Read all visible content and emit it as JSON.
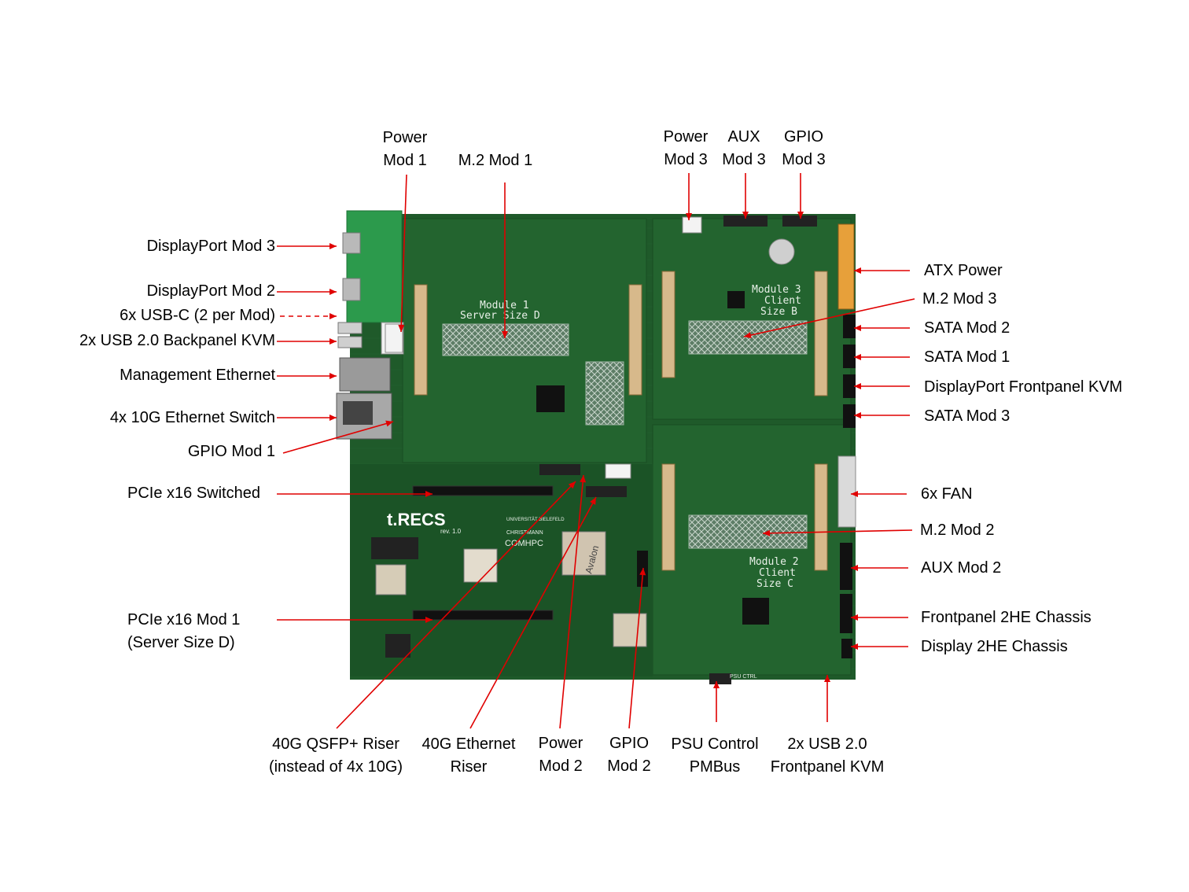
{
  "board": {
    "brand": "t.RECS",
    "revision": "rev. 1.0",
    "standard": "COMHPC",
    "university": "UNIVERSITÄT BIELEFELD",
    "vendor": "CHRISTMANN",
    "module1_silk": [
      "Module 1",
      "Server Size D"
    ],
    "module2_silk": [
      "Module 2",
      "Client",
      "Size C"
    ],
    "module3_silk": [
      "Module 3",
      "Client",
      "Size B"
    ],
    "chip_label": "Avalon",
    "psu_silk": "PSU CTRL"
  },
  "colors": {
    "arrow": "#e00000",
    "pcb": "#1f5a2a",
    "pcb_dark": "#153f1e",
    "riser": "#2c9a4c"
  },
  "labels": {
    "displayport_mod3": "DisplayPort Mod 3",
    "displayport_mod2": "DisplayPort Mod 2",
    "usbc": "6x USB-C (2 per Mod)",
    "usb_backpanel": "2x USB 2.0 Backpanel KVM",
    "mgmt_eth": "Management Ethernet",
    "eth_switch": "4x 10G Ethernet Switch",
    "gpio_mod1": "GPIO Mod 1",
    "pcie_switched": "PCIe x16 Switched",
    "pcie_mod1": [
      "PCIe x16 Mod 1",
      "(Server Size D)"
    ],
    "power_mod1": [
      "Power",
      "Mod 1"
    ],
    "m2_mod1": "M.2 Mod 1",
    "power_mod3": [
      "Power",
      "Mod 3"
    ],
    "aux_mod3": [
      "AUX",
      "Mod 3"
    ],
    "gpio_mod3": [
      "GPIO",
      "Mod 3"
    ],
    "atx_power": "ATX Power",
    "m2_mod3": "M.2 Mod 3",
    "sata_mod2": "SATA Mod 2",
    "sata_mod1": "SATA Mod 1",
    "dp_frontpanel": "DisplayPort Frontpanel KVM",
    "sata_mod3": "SATA Mod 3",
    "fan": "6x FAN",
    "m2_mod2": "M.2 Mod 2",
    "aux_mod2": "AUX Mod 2",
    "frontpanel_2he": "Frontpanel 2HE Chassis",
    "display_2he": "Display 2HE Chassis",
    "qsfp_riser": [
      "40G QSFP+ Riser",
      "(instead of 4x 10G)"
    ],
    "eth_riser": [
      "40G Ethernet",
      "Riser"
    ],
    "power_mod2": [
      "Power",
      "Mod 2"
    ],
    "gpio_mod2": [
      "GPIO",
      "Mod 2"
    ],
    "psu_control": [
      "PSU Control",
      "PMBus"
    ],
    "usb_frontpanel": [
      "2x USB 2.0",
      "Frontpanel KVM"
    ]
  }
}
